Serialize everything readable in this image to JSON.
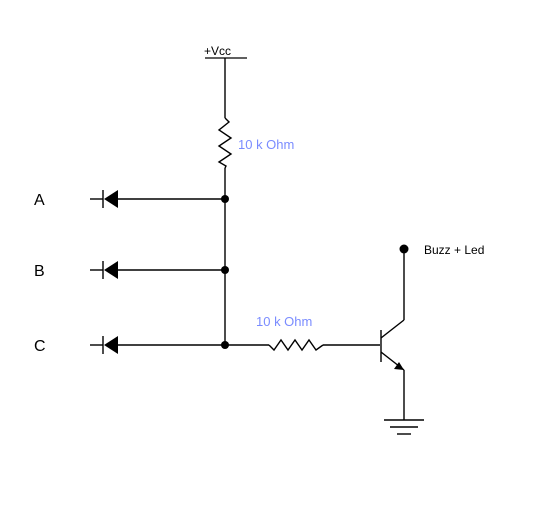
{
  "supply_label": "+Vcc",
  "pull_up_resistor_label": "10 k Ohm",
  "base_resistor_label": "10 k Ohm",
  "output_label": "Buzz + Led",
  "inputs": [
    {
      "label": "A"
    },
    {
      "label": "B"
    },
    {
      "label": "C"
    }
  ],
  "colors": {
    "wire": "#000000",
    "resistor_label": "#7a8cff",
    "background": "#ffffff"
  }
}
